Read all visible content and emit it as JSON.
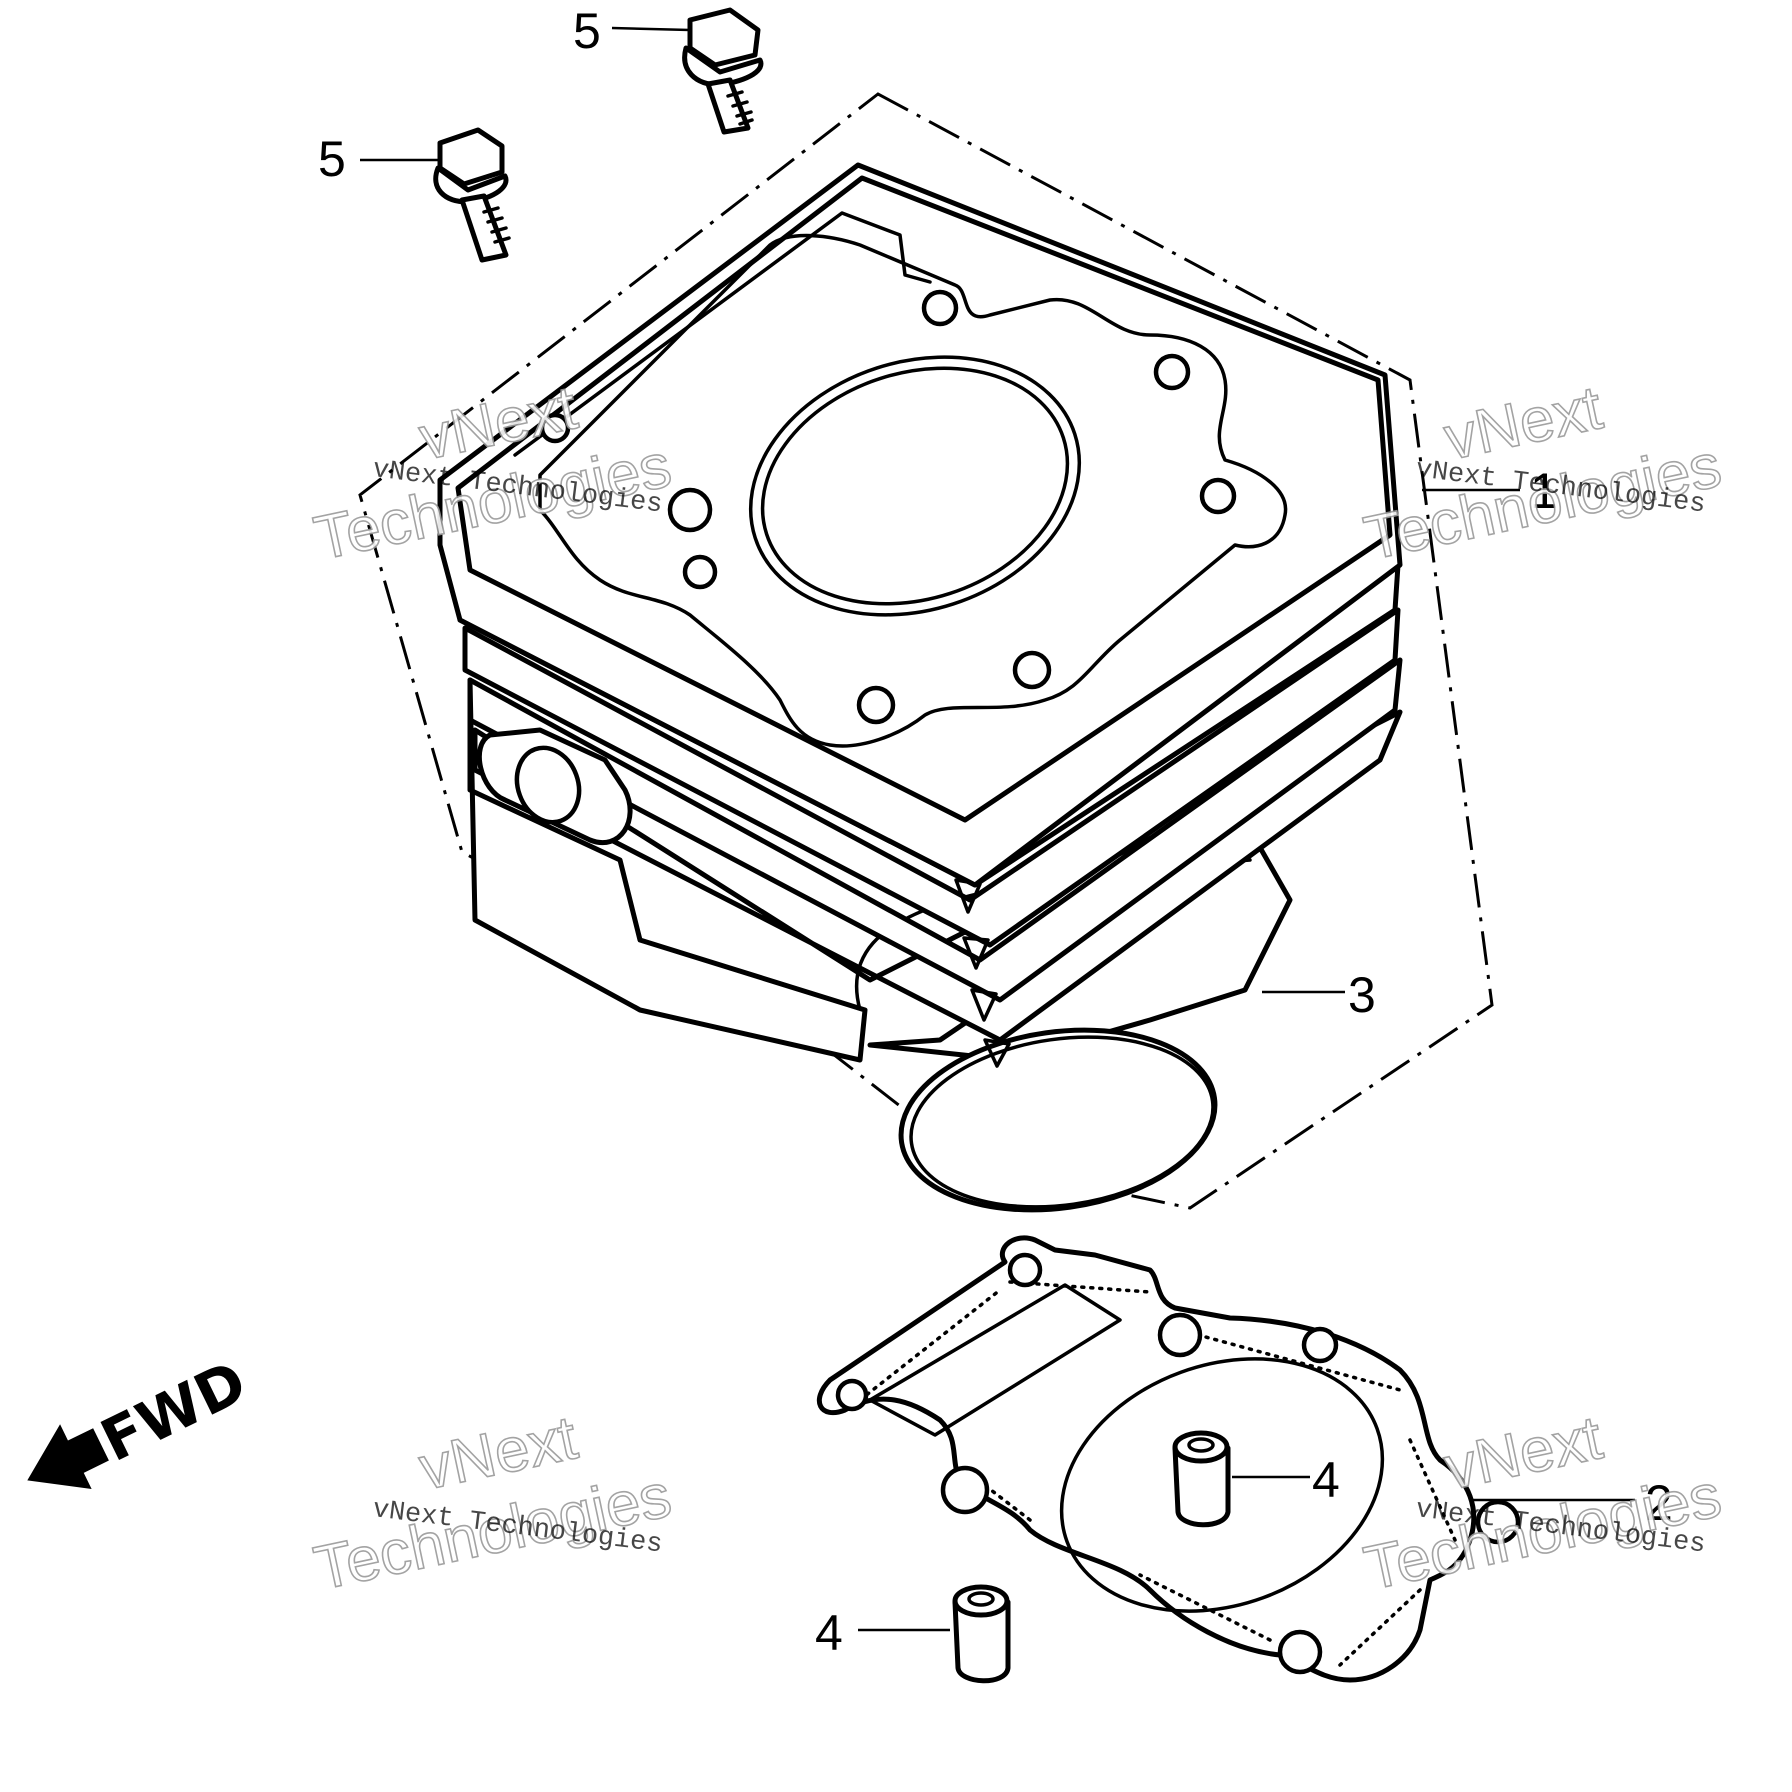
{
  "callouts": [
    {
      "id": "cylinder",
      "label": "1"
    },
    {
      "id": "base-gasket",
      "label": "2"
    },
    {
      "id": "o-ring",
      "label": "3"
    },
    {
      "id": "dowel-pin-upper",
      "label": "4"
    },
    {
      "id": "dowel-pin-lower",
      "label": "4"
    },
    {
      "id": "bolt-upper",
      "label": "5"
    },
    {
      "id": "bolt-left",
      "label": "5"
    }
  ],
  "direction_marker": {
    "label": "FWD"
  },
  "watermark": {
    "small": "vNext Technologies",
    "large_line1": "vNext",
    "large_line2": "Technologies"
  }
}
